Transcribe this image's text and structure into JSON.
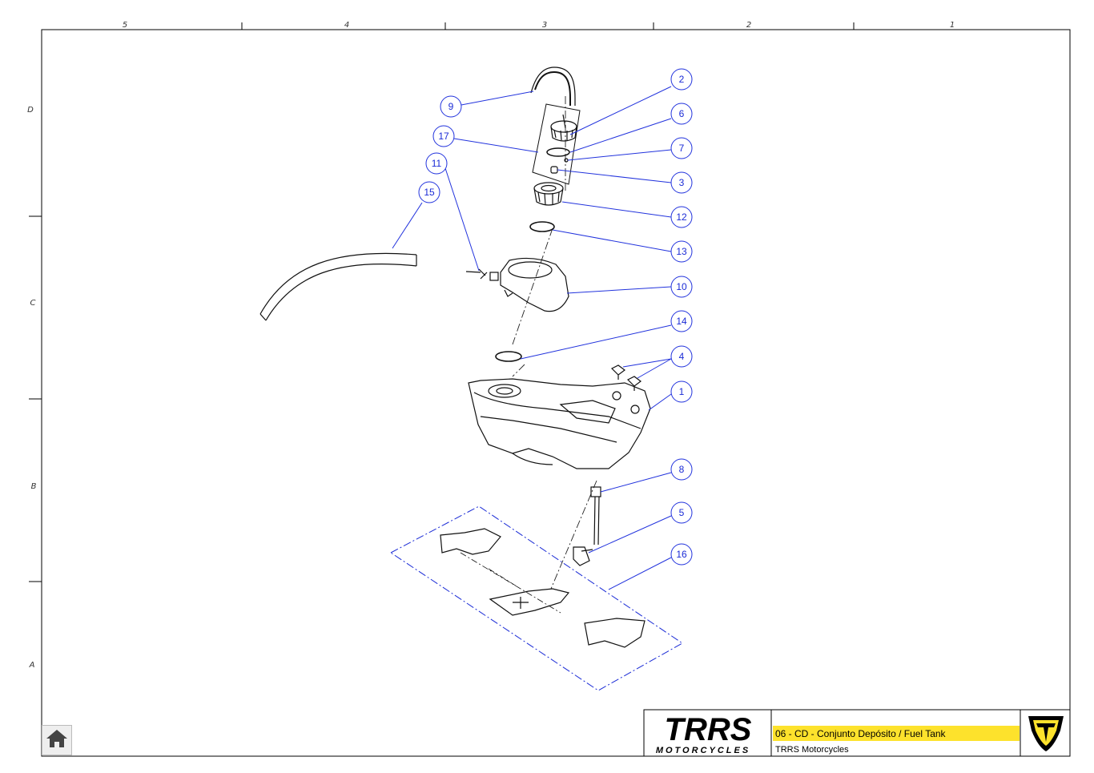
{
  "zones": {
    "columns": [
      "5",
      "4",
      "3",
      "2",
      "1"
    ],
    "rows": [
      "D",
      "C",
      "B",
      "A"
    ]
  },
  "callouts": [
    "2",
    "6",
    "7",
    "3",
    "12",
    "13",
    "10",
    "14",
    "4",
    "1",
    "8",
    "5",
    "16",
    "9",
    "17",
    "11",
    "15"
  ],
  "title_block": {
    "logo_main": "TRRS",
    "logo_sub": "MOTORCYCLES",
    "title": "06 - CD - Conjunto Depósito / Fuel Tank",
    "company": "TRRS Motorcycles",
    "accent_color": "#fde22c"
  },
  "icons": {
    "home": "home-icon",
    "brand": "trrs-shield-icon"
  }
}
